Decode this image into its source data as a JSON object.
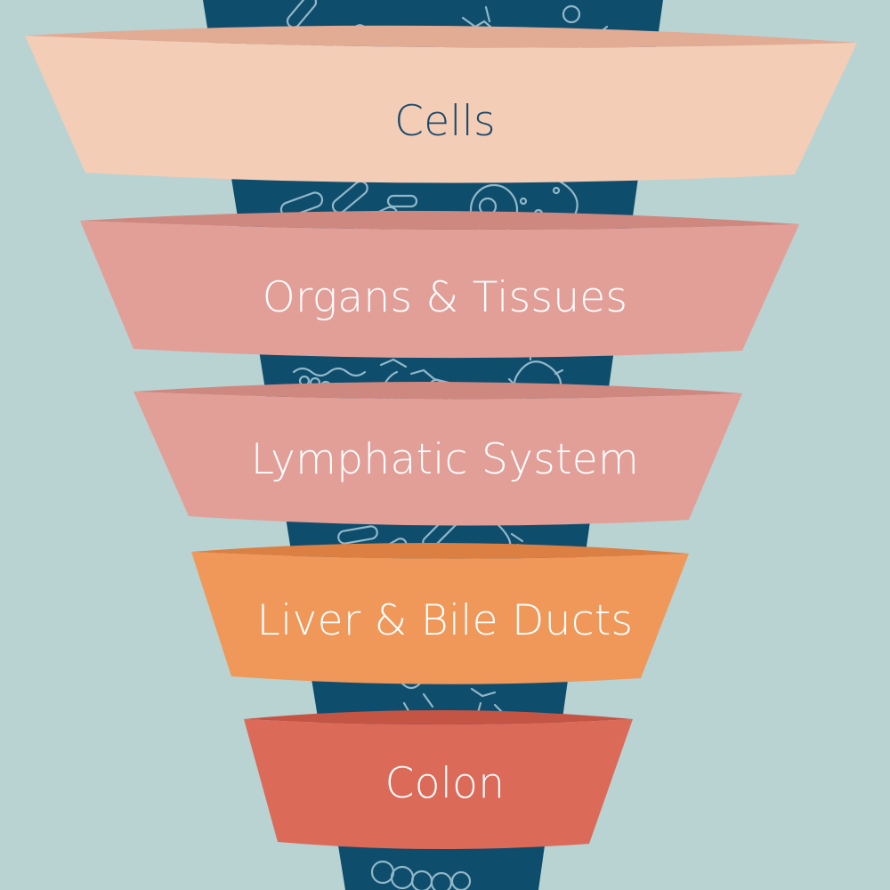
{
  "colors": {
    "background": "#b9d3d3",
    "funnel_core": "#0f4d6d",
    "funnel_doodles": "#a9cbd8"
  },
  "bands": [
    {
      "label": "Cells",
      "fill": "#f4cdb7",
      "back_fill": "#e2ab94",
      "text_color": "#1b4a6b"
    },
    {
      "label": "Organs & Tissues",
      "fill": "#e29f98",
      "back_fill": "#cf8880",
      "text_color": "#ffffff"
    },
    {
      "label": "Lymphatic System",
      "fill": "#e29f98",
      "back_fill": "#cf8880",
      "text_color": "#ffffff"
    },
    {
      "label": "Liver & Bile Ducts",
      "fill": "#ef985a",
      "back_fill": "#dc7f42",
      "text_color": "#ffffff"
    },
    {
      "label": "Colon",
      "fill": "#dc6a59",
      "back_fill": "#c45444",
      "text_color": "#ffffff"
    }
  ]
}
